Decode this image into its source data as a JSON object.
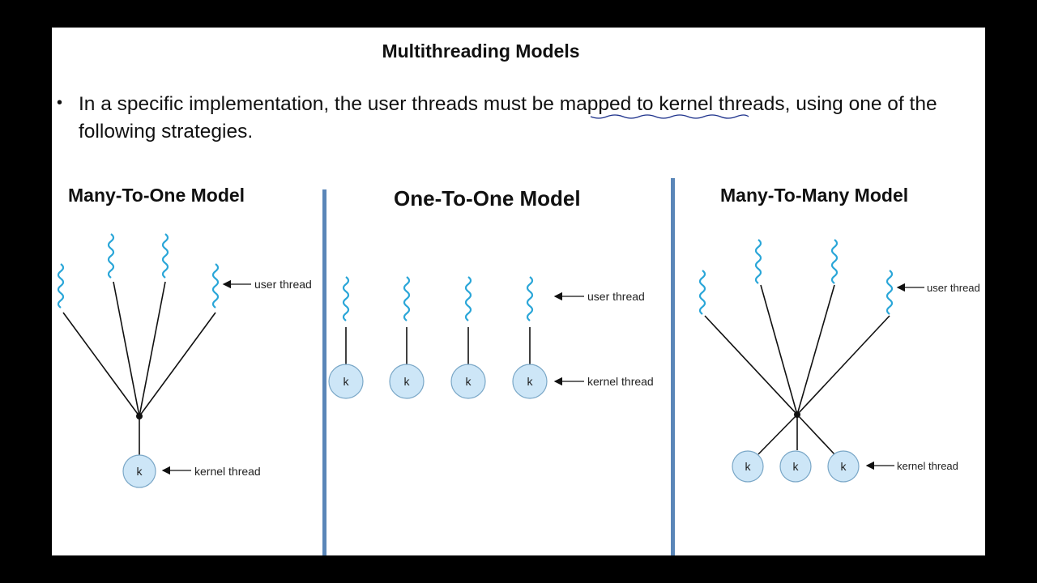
{
  "slide": {
    "title": "Multithreading Models",
    "bullet_before": "In a specific implementation, the user threads must be ",
    "bullet_highlight": "mapped to kernel",
    "bullet_after": " threads, using one of the following strategies."
  },
  "models": [
    {
      "title": "Many-To-One Model"
    },
    {
      "title": "One-To-One Model"
    },
    {
      "title": "Many-To-Many Model"
    }
  ],
  "labels": {
    "user_thread": "user thread",
    "kernel_thread": "kernel thread",
    "kernel_symbol": "k"
  },
  "colors": {
    "thread_wave": "#2aa6d8",
    "kernel_fill": "#cde6f7",
    "divider": "#5a86b8",
    "annotation_underline": "#1a2f8a"
  }
}
